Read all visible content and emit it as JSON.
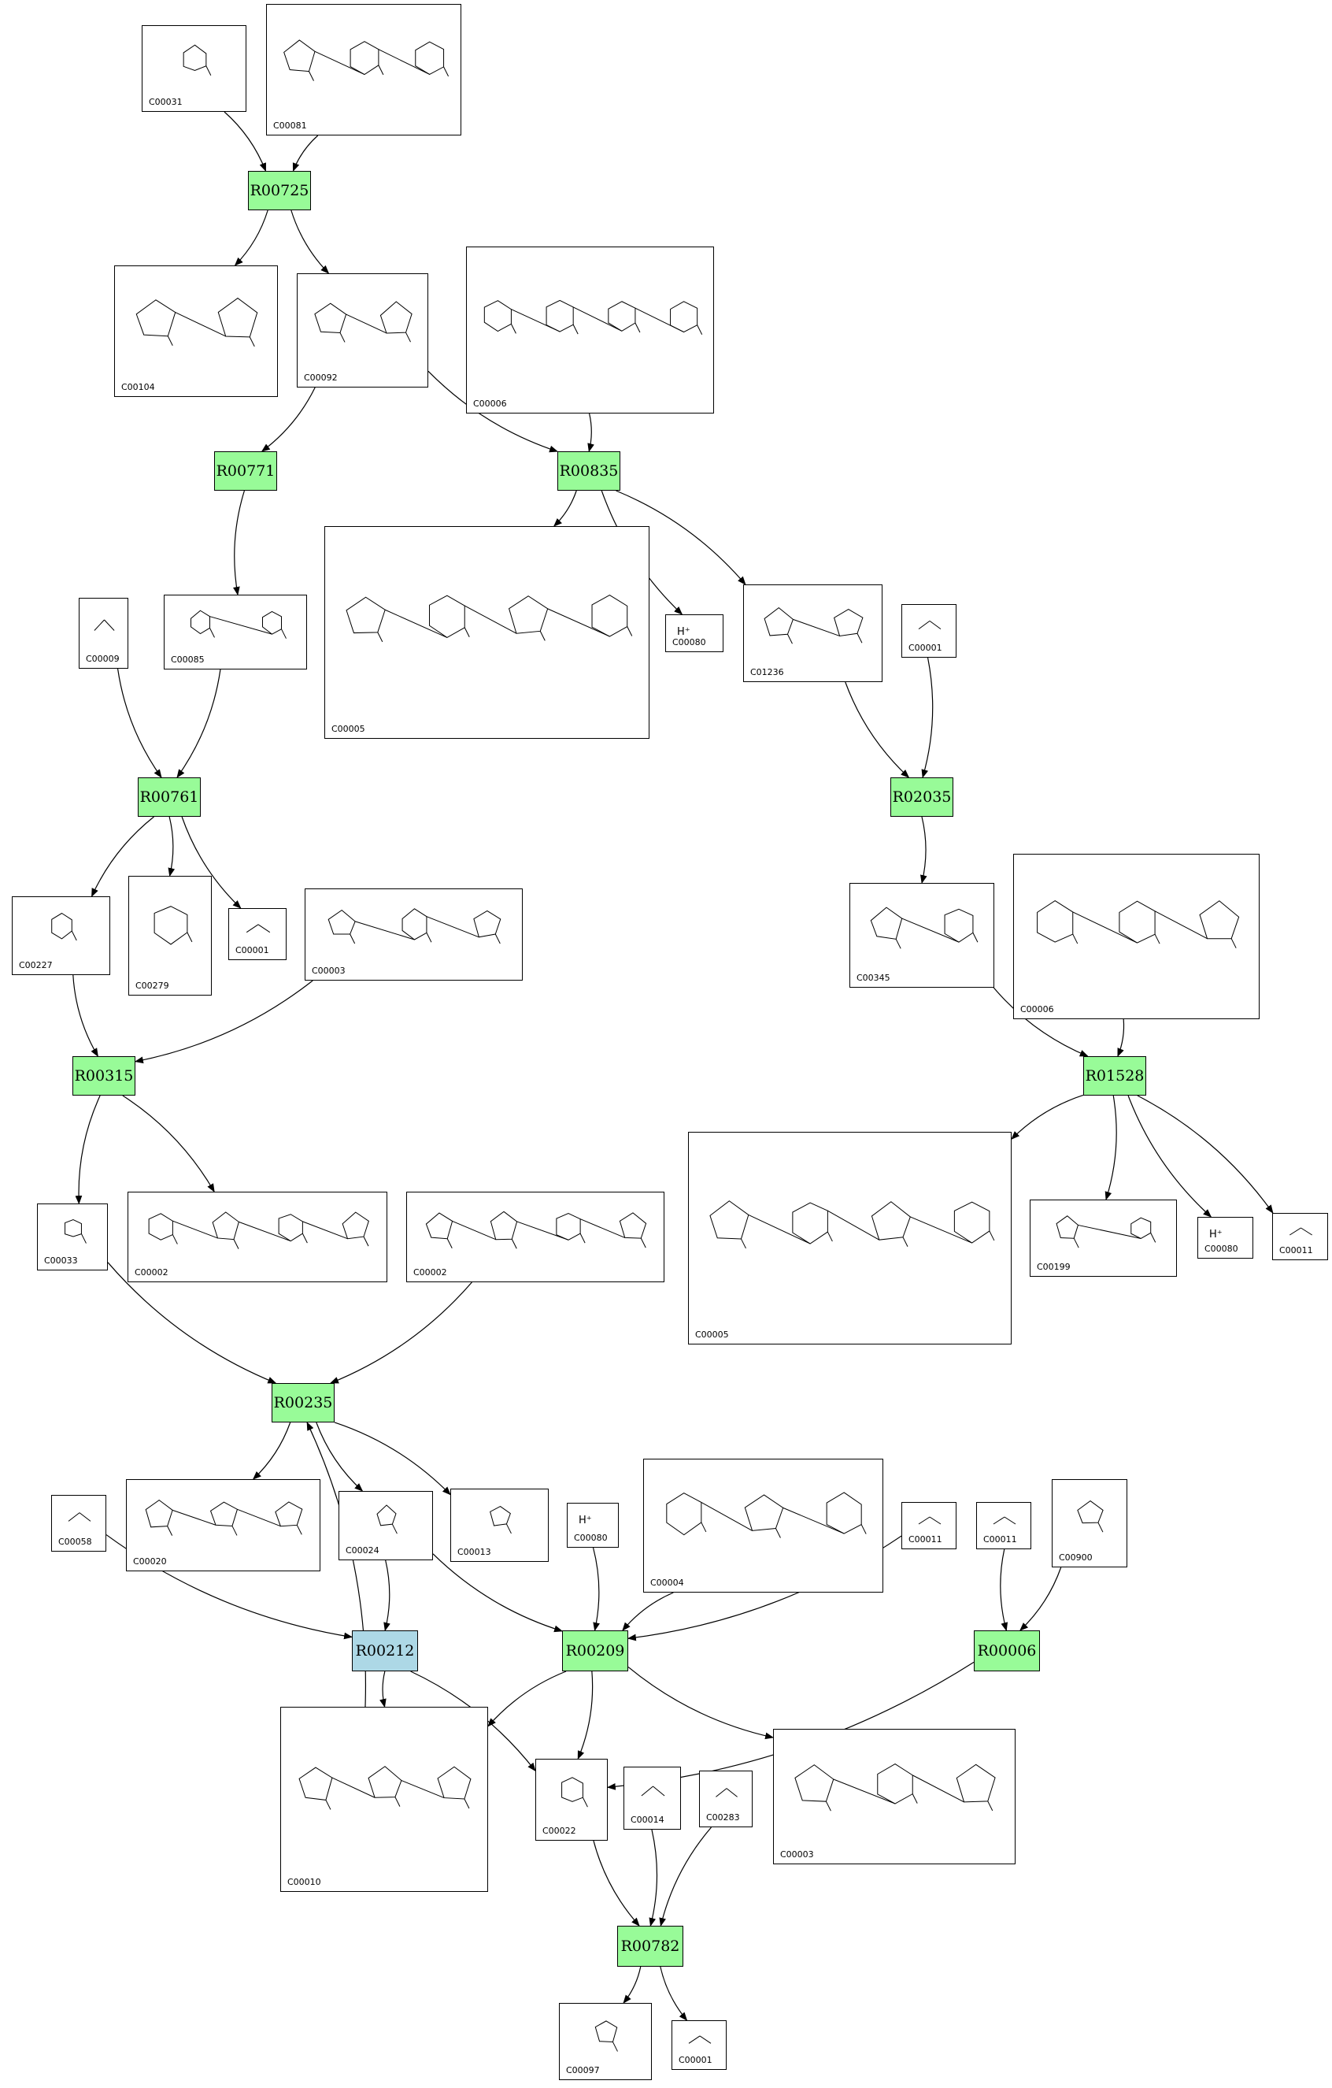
{
  "colors": {
    "reaction": "#98fb98",
    "reaction_highlight": "#add8e6",
    "border": "#000000",
    "edge": "#000000"
  },
  "reactions": [
    {
      "id": "R00725",
      "color": "#98fb98"
    },
    {
      "id": "R00771",
      "color": "#98fb98"
    },
    {
      "id": "R00835",
      "color": "#98fb98"
    },
    {
      "id": "R00761",
      "color": "#98fb98"
    },
    {
      "id": "R02035",
      "color": "#98fb98"
    },
    {
      "id": "R00315",
      "color": "#98fb98"
    },
    {
      "id": "R01528",
      "color": "#98fb98"
    },
    {
      "id": "R00235",
      "color": "#98fb98"
    },
    {
      "id": "R00212",
      "color": "#add8e6"
    },
    {
      "id": "R00209",
      "color": "#98fb98"
    },
    {
      "id": "R00006",
      "color": "#98fb98"
    },
    {
      "id": "R00782",
      "color": "#98fb98"
    }
  ],
  "compounds": [
    {
      "key": "c00031",
      "label": "C00031"
    },
    {
      "key": "c00081",
      "label": "C00081"
    },
    {
      "key": "c00104",
      "label": "C00104"
    },
    {
      "key": "c00092",
      "label": "C00092"
    },
    {
      "key": "c00006a",
      "label": "C00006"
    },
    {
      "key": "c00009",
      "label": "C00009"
    },
    {
      "key": "c00085",
      "label": "C00085"
    },
    {
      "key": "c00005a",
      "label": "C00005"
    },
    {
      "key": "c00080a",
      "label": "C00080",
      "ion": "H⁺"
    },
    {
      "key": "c01236",
      "label": "C01236"
    },
    {
      "key": "c00001a",
      "label": "C00001"
    },
    {
      "key": "c00227",
      "label": "C00227"
    },
    {
      "key": "c00279",
      "label": "C00279"
    },
    {
      "key": "c00001b",
      "label": "C00001"
    },
    {
      "key": "c00003a",
      "label": "C00003"
    },
    {
      "key": "c00345",
      "label": "C00345"
    },
    {
      "key": "c00006b",
      "label": "C00006"
    },
    {
      "key": "c00033",
      "label": "C00033"
    },
    {
      "key": "c00002a",
      "label": "C00002"
    },
    {
      "key": "c00002b",
      "label": "C00002"
    },
    {
      "key": "c00005b",
      "label": "C00005"
    },
    {
      "key": "c00199",
      "label": "C00199"
    },
    {
      "key": "c00080b",
      "label": "C00080",
      "ion": "H⁺"
    },
    {
      "key": "c00011a",
      "label": "C00011"
    },
    {
      "key": "c00058",
      "label": "C00058"
    },
    {
      "key": "c00020",
      "label": "C00020"
    },
    {
      "key": "c00024",
      "label": "C00024"
    },
    {
      "key": "c00013",
      "label": "C00013"
    },
    {
      "key": "c00080c",
      "label": "C00080",
      "ion": "H⁺"
    },
    {
      "key": "c00004",
      "label": "C00004"
    },
    {
      "key": "c00011b",
      "label": "C00011"
    },
    {
      "key": "c00011c",
      "label": "C00011"
    },
    {
      "key": "c00900",
      "label": "C00900"
    },
    {
      "key": "c00010",
      "label": "C00010"
    },
    {
      "key": "c00022",
      "label": "C00022"
    },
    {
      "key": "c00014",
      "label": "C00014"
    },
    {
      "key": "c00283",
      "label": "C00283"
    },
    {
      "key": "c00003b",
      "label": "C00003"
    },
    {
      "key": "c00097",
      "label": "C00097"
    },
    {
      "key": "c00001c",
      "label": "C00001"
    }
  ],
  "edges": [
    [
      "c00031",
      "R00725"
    ],
    [
      "c00081",
      "R00725"
    ],
    [
      "R00725",
      "c00104"
    ],
    [
      "R00725",
      "c00092"
    ],
    [
      "c00092",
      "R00771"
    ],
    [
      "c00092",
      "R00835"
    ],
    [
      "c00006a",
      "R00835"
    ],
    [
      "R00771",
      "c00085"
    ],
    [
      "R00835",
      "c00005a"
    ],
    [
      "R00835",
      "c00080a"
    ],
    [
      "R00835",
      "c01236"
    ],
    [
      "c00009",
      "R00761"
    ],
    [
      "c00085",
      "R00761"
    ],
    [
      "c01236",
      "R02035"
    ],
    [
      "c00001a",
      "R02035"
    ],
    [
      "R00761",
      "c00227"
    ],
    [
      "R00761",
      "c00279"
    ],
    [
      "R00761",
      "c00001b"
    ],
    [
      "R02035",
      "c00345"
    ],
    [
      "c00227",
      "R00315"
    ],
    [
      "c00003a",
      "R00315"
    ],
    [
      "c00345",
      "R01528"
    ],
    [
      "c00006b",
      "R01528"
    ],
    [
      "R00315",
      "c00033"
    ],
    [
      "R00315",
      "c00002a"
    ],
    [
      "R01528",
      "c00005b"
    ],
    [
      "R01528",
      "c00199"
    ],
    [
      "R01528",
      "c00080b"
    ],
    [
      "R01528",
      "c00011a"
    ],
    [
      "c00033",
      "R00235"
    ],
    [
      "c00002b",
      "R00235"
    ],
    [
      "c00010",
      "R00235"
    ],
    [
      "R00235",
      "c00020"
    ],
    [
      "R00235",
      "c00024"
    ],
    [
      "R00235",
      "c00013"
    ],
    [
      "c00058",
      "R00212"
    ],
    [
      "c00024",
      "R00212"
    ],
    [
      "c00024",
      "R00209"
    ],
    [
      "c00080c",
      "R00209"
    ],
    [
      "c00004",
      "R00209"
    ],
    [
      "c00011b",
      "R00209"
    ],
    [
      "c00011c",
      "R00006"
    ],
    [
      "c00900",
      "R00006"
    ],
    [
      "R00212",
      "c00010"
    ],
    [
      "R00212",
      "c00022"
    ],
    [
      "R00209",
      "c00010"
    ],
    [
      "R00209",
      "c00022"
    ],
    [
      "R00209",
      "c00003b"
    ],
    [
      "R00006",
      "c00022"
    ],
    [
      "c00022",
      "R00782"
    ],
    [
      "c00014",
      "R00782"
    ],
    [
      "c00283",
      "R00782"
    ],
    [
      "R00782",
      "c00097"
    ],
    [
      "R00782",
      "c00001c"
    ]
  ]
}
